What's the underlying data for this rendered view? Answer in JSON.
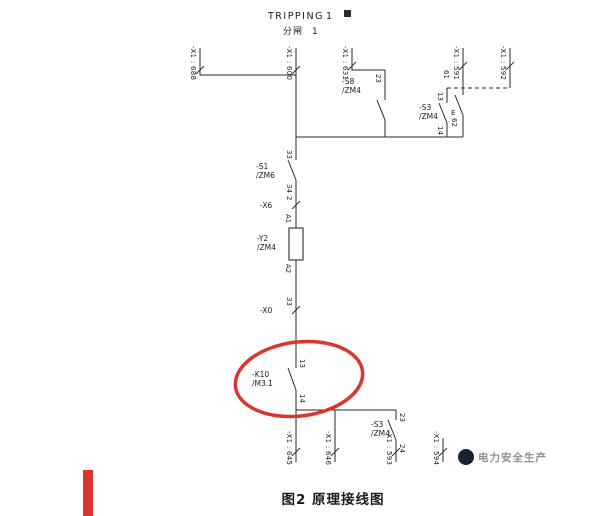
{
  "header": {
    "title": "TRIPPING",
    "title_index": "1",
    "subtitle": "分闸",
    "subtitle_index": "1"
  },
  "figure_caption": "图2  原理接线图",
  "watermark": {
    "text": "电力安全生产"
  },
  "terminals": {
    "x1_688": "-X1 : 688",
    "x1_600": "-X1 : 600",
    "x1_631": "-X1 : 631",
    "x1_591": "-X1 : 591",
    "x1_592": "-X1 : 592",
    "x1_645": "-X1 : 645",
    "x1_646": "-X1 : 646",
    "x1_593": "-X1 : 593",
    "x1_594": "-X1 : 594",
    "x6": {
      "name": "-X6",
      "pin": "2"
    },
    "x0": {
      "name": "-X0",
      "pin": "33"
    }
  },
  "components": {
    "s8_top": {
      "name": "-S8",
      "device": "/ZM4",
      "pin_top": "23"
    },
    "s3_top": {
      "name": "-S3",
      "device": "/ZM4",
      "pin_top": "13",
      "pin_bottom": "14",
      "tag": "E"
    },
    "s3_aux": {
      "pin_top": "61",
      "pin_bottom": "62"
    },
    "s1": {
      "name": "-S1",
      "device": "/ZM6",
      "pin_top": "33",
      "pin_bottom": "34"
    },
    "y2": {
      "name": "-Y2",
      "device": "/ZM4",
      "pin_top": "A1",
      "pin_bottom": "A2"
    },
    "k10": {
      "name": "-K10",
      "device": "/M3.1",
      "pin_top": "13",
      "pin_bottom": "14"
    },
    "s3_bottom": {
      "name": "-S3",
      "device": "/ZM4",
      "pin_top": "23",
      "pin_bottom": "24"
    }
  },
  "colors": {
    "line": "#2a2a2a",
    "annotation_red": "#d9362e",
    "accent_bar_red": "#d9362e",
    "watermark_text": "#8d9196",
    "watermark_logo": "#18222e"
  }
}
